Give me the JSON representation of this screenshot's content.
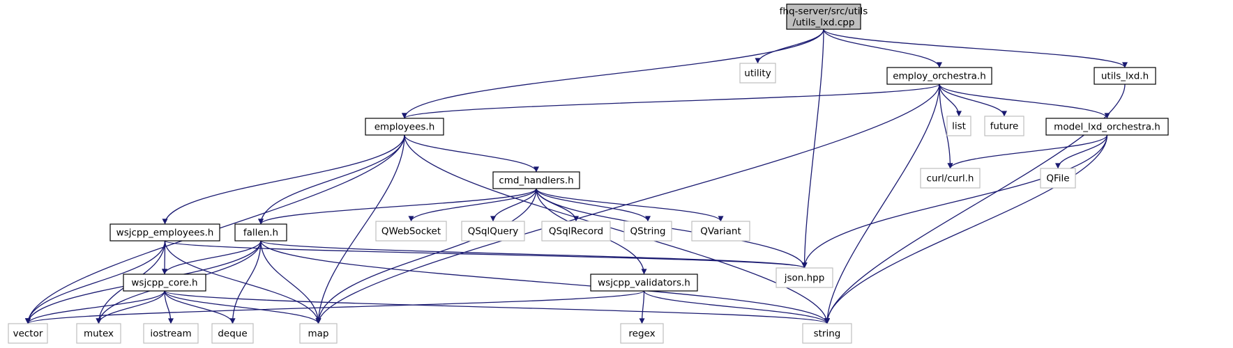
{
  "diagram": {
    "type": "include-dependency-graph",
    "colors": {
      "edge": "#191970",
      "main_fill": "#bfbfbf",
      "external_border": "#bfbfbf",
      "local_border": "#000000"
    },
    "nodes": [
      {
        "id": "utils_lxd_cpp",
        "lines": [
          "fhq-server/src/utils",
          "/utils_lxd.cpp"
        ],
        "kind": "main"
      },
      {
        "id": "utility",
        "lines": [
          "utility"
        ],
        "kind": "external"
      },
      {
        "id": "employ_orchestra_h",
        "lines": [
          "employ_orchestra.h"
        ],
        "kind": "local"
      },
      {
        "id": "utils_lxd_h",
        "lines": [
          "utils_lxd.h"
        ],
        "kind": "local"
      },
      {
        "id": "employees_h",
        "lines": [
          "employees.h"
        ],
        "kind": "local"
      },
      {
        "id": "list",
        "lines": [
          "list"
        ],
        "kind": "external"
      },
      {
        "id": "future",
        "lines": [
          "future"
        ],
        "kind": "external"
      },
      {
        "id": "model_lxd_orchestra_h",
        "lines": [
          "model_lxd_orchestra.h"
        ],
        "kind": "local"
      },
      {
        "id": "cmd_handlers_h",
        "lines": [
          "cmd_handlers.h"
        ],
        "kind": "local"
      },
      {
        "id": "curl_h",
        "lines": [
          "curl/curl.h"
        ],
        "kind": "external"
      },
      {
        "id": "qfile",
        "lines": [
          "QFile"
        ],
        "kind": "external"
      },
      {
        "id": "wsjcpp_employees_h",
        "lines": [
          "wsjcpp_employees.h"
        ],
        "kind": "local"
      },
      {
        "id": "fallen_h",
        "lines": [
          "fallen.h"
        ],
        "kind": "local"
      },
      {
        "id": "qwebsocket",
        "lines": [
          "QWebSocket"
        ],
        "kind": "external"
      },
      {
        "id": "qsqlquery",
        "lines": [
          "QSqlQuery"
        ],
        "kind": "external"
      },
      {
        "id": "qsqlrecord",
        "lines": [
          "QSqlRecord"
        ],
        "kind": "external"
      },
      {
        "id": "qstring",
        "lines": [
          "QString"
        ],
        "kind": "external"
      },
      {
        "id": "qvariant",
        "lines": [
          "QVariant"
        ],
        "kind": "external"
      },
      {
        "id": "wsjcpp_core_h",
        "lines": [
          "wsjcpp_core.h"
        ],
        "kind": "local"
      },
      {
        "id": "wsjcpp_validators_h",
        "lines": [
          "wsjcpp_validators.h"
        ],
        "kind": "local"
      },
      {
        "id": "json_hpp",
        "lines": [
          "json.hpp"
        ],
        "kind": "external"
      },
      {
        "id": "vector",
        "lines": [
          "vector"
        ],
        "kind": "external"
      },
      {
        "id": "mutex",
        "lines": [
          "mutex"
        ],
        "kind": "external"
      },
      {
        "id": "iostream",
        "lines": [
          "iostream"
        ],
        "kind": "external"
      },
      {
        "id": "deque",
        "lines": [
          "deque"
        ],
        "kind": "external"
      },
      {
        "id": "map",
        "lines": [
          "map"
        ],
        "kind": "external"
      },
      {
        "id": "regex",
        "lines": [
          "regex"
        ],
        "kind": "external"
      },
      {
        "id": "string",
        "lines": [
          "string"
        ],
        "kind": "external"
      }
    ],
    "edges": [
      [
        "utils_lxd_cpp",
        "utility"
      ],
      [
        "utils_lxd_cpp",
        "employ_orchestra_h"
      ],
      [
        "utils_lxd_cpp",
        "utils_lxd_h"
      ],
      [
        "utils_lxd_cpp",
        "employees_h"
      ],
      [
        "utils_lxd_cpp",
        "json_hpp"
      ],
      [
        "employ_orchestra_h",
        "employees_h"
      ],
      [
        "employ_orchestra_h",
        "list"
      ],
      [
        "employ_orchestra_h",
        "future"
      ],
      [
        "employ_orchestra_h",
        "model_lxd_orchestra_h"
      ],
      [
        "employ_orchestra_h",
        "curl_h"
      ],
      [
        "employ_orchestra_h",
        "map"
      ],
      [
        "employ_orchestra_h",
        "string"
      ],
      [
        "utils_lxd_h",
        "string"
      ],
      [
        "employees_h",
        "cmd_handlers_h"
      ],
      [
        "employees_h",
        "wsjcpp_employees_h"
      ],
      [
        "employees_h",
        "fallen_h"
      ],
      [
        "employees_h",
        "vector"
      ],
      [
        "employees_h",
        "map"
      ],
      [
        "employees_h",
        "string"
      ],
      [
        "model_lxd_orchestra_h",
        "curl_h"
      ],
      [
        "model_lxd_orchestra_h",
        "qfile"
      ],
      [
        "model_lxd_orchestra_h",
        "json_hpp"
      ],
      [
        "model_lxd_orchestra_h",
        "string"
      ],
      [
        "cmd_handlers_h",
        "fallen_h"
      ],
      [
        "cmd_handlers_h",
        "qwebsocket"
      ],
      [
        "cmd_handlers_h",
        "qsqlquery"
      ],
      [
        "cmd_handlers_h",
        "qsqlrecord"
      ],
      [
        "cmd_handlers_h",
        "qstring"
      ],
      [
        "cmd_handlers_h",
        "qvariant"
      ],
      [
        "cmd_handlers_h",
        "wsjcpp_validators_h"
      ],
      [
        "cmd_handlers_h",
        "json_hpp"
      ],
      [
        "cmd_handlers_h",
        "map"
      ],
      [
        "wsjcpp_employees_h",
        "wsjcpp_core_h"
      ],
      [
        "wsjcpp_employees_h",
        "json_hpp"
      ],
      [
        "wsjcpp_employees_h",
        "vector"
      ],
      [
        "wsjcpp_employees_h",
        "mutex"
      ],
      [
        "wsjcpp_employees_h",
        "map"
      ],
      [
        "fallen_h",
        "wsjcpp_core_h"
      ],
      [
        "fallen_h",
        "json_hpp"
      ],
      [
        "fallen_h",
        "vector"
      ],
      [
        "fallen_h",
        "mutex"
      ],
      [
        "fallen_h",
        "deque"
      ],
      [
        "fallen_h",
        "map"
      ],
      [
        "fallen_h",
        "string"
      ],
      [
        "wsjcpp_core_h",
        "vector"
      ],
      [
        "wsjcpp_core_h",
        "mutex"
      ],
      [
        "wsjcpp_core_h",
        "iostream"
      ],
      [
        "wsjcpp_core_h",
        "deque"
      ],
      [
        "wsjcpp_core_h",
        "map"
      ],
      [
        "wsjcpp_core_h",
        "string"
      ],
      [
        "wsjcpp_validators_h",
        "vector"
      ],
      [
        "wsjcpp_validators_h",
        "regex"
      ],
      [
        "wsjcpp_validators_h",
        "string"
      ]
    ]
  }
}
